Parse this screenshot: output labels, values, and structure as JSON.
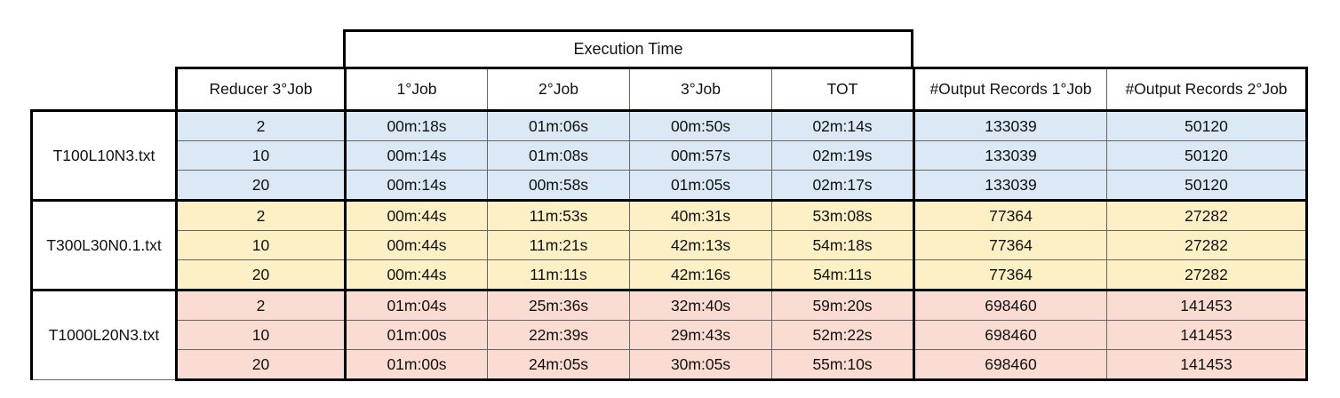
{
  "table": {
    "group_header": "Execution Time",
    "columns": [
      "Reducer 3°Job",
      "1°Job",
      "2°Job",
      "3°Job",
      "TOT",
      "#Output Records 1°Job",
      "#Output Records 2°Job"
    ],
    "groups": [
      {
        "file": "T100L10N3.txt",
        "color": "#dbe8f5",
        "rows": [
          [
            "2",
            "00m:18s",
            "01m:06s",
            "00m:50s",
            "02m:14s",
            "133039",
            "50120"
          ],
          [
            "10",
            "00m:14s",
            "01m:08s",
            "00m:57s",
            "02m:19s",
            "133039",
            "50120"
          ],
          [
            "20",
            "00m:14s",
            "00m:58s",
            "01m:05s",
            "02m:17s",
            "133039",
            "50120"
          ]
        ]
      },
      {
        "file": "T300L30N0.1.txt",
        "color": "#fdf0c5",
        "rows": [
          [
            "2",
            "00m:44s",
            "11m:53s",
            "40m:31s",
            "53m:08s",
            "77364",
            "27282"
          ],
          [
            "10",
            "00m:44s",
            "11m:21s",
            "42m:13s",
            "54m:18s",
            "77364",
            "27282"
          ],
          [
            "20",
            "00m:44s",
            "11m:11s",
            "42m:16s",
            "54m:11s",
            "77364",
            "27282"
          ]
        ]
      },
      {
        "file": "T1000L20N3.txt",
        "color": "#fbdcd2",
        "rows": [
          [
            "2",
            "01m:04s",
            "25m:36s",
            "32m:40s",
            "59m:20s",
            "698460",
            "141453"
          ],
          [
            "10",
            "01m:00s",
            "22m:39s",
            "29m:43s",
            "52m:22s",
            "698460",
            "141453"
          ],
          [
            "20",
            "01m:00s",
            "24m:05s",
            "30m:05s",
            "55m:10s",
            "698460",
            "141453"
          ]
        ]
      }
    ]
  }
}
